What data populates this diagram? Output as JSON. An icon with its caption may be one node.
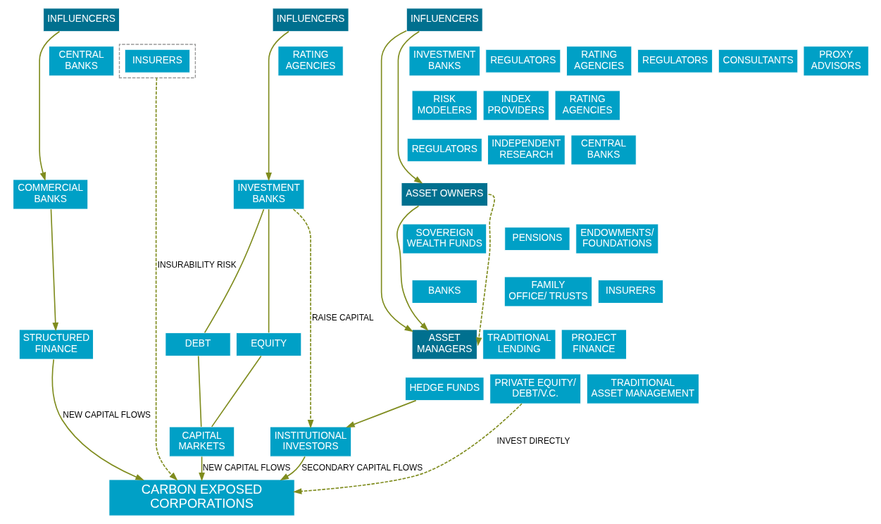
{
  "diagram": {
    "nodes": [
      {
        "text": [
          "INFLUENCERS"
        ]
      },
      {
        "text": [],
        "shape": "box"
      },
      {
        "text": [
          "INSURERS"
        ],
        "in": 1
      },
      {
        "text": [
          "CENTRAL BANKS"
        ]
      },
      {
        "text": [
          "REGULATORS"
        ]
      },
      {
        "text": [
          "RATING AGENCIES"
        ]
      },
      {
        "text": [
          "COMMERCIAL BANKS"
        ]
      },
      {
        "text": [
          "TRADITIONAL LENDING"
        ]
      },
      {
        "text": [
          "STRUCTURED FINANCE"
        ]
      },
      {
        "text": [
          "PROJECT FINANCE"
        ]
      },
      {
        "text": [
          "INFLUENCERS"
        ]
      },
      {
        "text": [
          "RATING AGENCIES"
        ]
      },
      {
        "text": [
          "REGULATORS"
        ]
      },
      {
        "text": [
          "INVESTMENT BANKS"
        ]
      },
      {
        "text": [
          "DEBT"
        ]
      },
      {
        "text": [
          "EQUITY"
        ]
      },
      {
        "text": [
          "CAPITAL MARKETS"
        ]
      },
      {
        "text": [
          "INFLUENCERS"
        ]
      },
      {
        "text": [
          "CONSULTANTS"
        ]
      },
      {
        "text": [
          "INVESTMENT BANKS"
        ]
      },
      {
        "text": [
          "PROXY ADVISORS"
        ]
      },
      {
        "text": [
          "INDEX PROVIDERS"
        ]
      },
      {
        "text": [
          "RISK MODELERS"
        ]
      },
      {
        "text": [
          "RATING AGENCIES"
        ]
      },
      {
        "text": [
          "INDEPENDENT RESEARCH"
        ]
      },
      {
        "text": [
          "REGULATORS"
        ]
      },
      {
        "text": [
          "CENTRAL BANKS"
        ]
      },
      {
        "text": [
          "ASSET OWNERS"
        ]
      },
      {
        "text": [
          "PENSIONS"
        ]
      },
      {
        "text": [
          "SOVEREIGN WEALTH FUNDS"
        ]
      },
      {
        "text": [
          "ENDOWMENTS/ FOUNDATIONS"
        ]
      },
      {
        "text": [
          "FAMILY OFFICE/ TRUSTS"
        ]
      },
      {
        "text": [
          "BANKS"
        ]
      },
      {
        "text": [
          "INSURERS"
        ]
      },
      {
        "text": [
          "ASSET MANAGERS"
        ]
      },
      {
        "text": [
          "TRADITIONAL ASSET MANAGEMENT"
        ]
      },
      {
        "text": [
          "HEDGE FUNDS"
        ]
      },
      {
        "text": [
          "PRIVATE EQUITY/ DEBT/V.C."
        ]
      },
      {
        "text": [
          "INSTITUTIONAL INVESTORS"
        ]
      },
      {
        "text": [
          "CARBON EXPOSED CORPORATIONS"
        ]
      }
    ],
    "edges": [
      {
        "from": 0,
        "to": 6,
        "arrow": "to"
      },
      {
        "from": 6,
        "to": 8,
        "arrow": "to"
      },
      {
        "from": 10,
        "to": 13,
        "arrow": "to"
      },
      {
        "from": 13,
        "to": 14,
        "arrow": "none"
      },
      {
        "from": 13,
        "to": 15,
        "arrow": "none"
      },
      {
        "from": 14,
        "to": 16,
        "arrow": "none"
      },
      {
        "from": 15,
        "to": 16,
        "arrow": "none"
      },
      {
        "from": 13,
        "to": 38,
        "arrow": "to",
        "label": "RAISE CAPITAL",
        "style": "dashed"
      },
      {
        "from": 17,
        "to": 27,
        "arrow": "to"
      },
      {
        "from": 27,
        "to": 34,
        "arrow": "to"
      },
      {
        "from": 17,
        "to": 34,
        "arrow": "to"
      },
      {
        "from": 27,
        "to": 34,
        "arrow": "to",
        "style": "dashed"
      },
      {
        "from": 36,
        "to": 38,
        "arrow": "to"
      },
      {
        "from": 8,
        "to": 39,
        "arrow": "to",
        "label": "NEW CAPITAL FLOWS"
      },
      {
        "from": 16,
        "to": 39,
        "arrow": "to",
        "label": "NEW CAPITAL FLOWS"
      },
      {
        "from": 38,
        "to": 39,
        "arrow": "to",
        "label": "SECONDARY CAPITAL FLOWS"
      },
      {
        "from": 1,
        "to": 39,
        "arrow": "to",
        "label": "INSURABILITY RISK",
        "style": "dashed"
      },
      {
        "from": 37,
        "to": 39,
        "arrow": "to",
        "label": "INVEST DIRECTLY",
        "style": "dashed"
      }
    ]
  }
}
